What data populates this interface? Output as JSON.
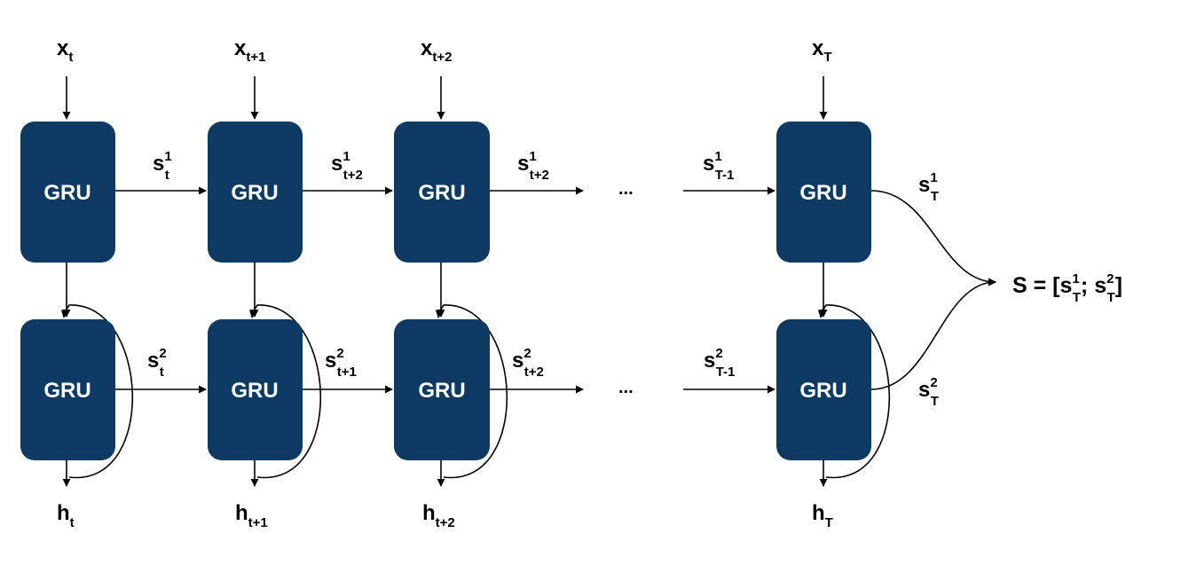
{
  "diagram": {
    "cell_label": "GRU",
    "colors": {
      "cell_fill": "#0c3a63",
      "cell_text": "#ffffff",
      "line": "#000000",
      "text": "#000000"
    },
    "inputs": [
      {
        "base": "x",
        "sub": "t"
      },
      {
        "base": "x",
        "sub": "t+1"
      },
      {
        "base": "x",
        "sub": "t+2"
      },
      {
        "base": "x",
        "sub": "T"
      }
    ],
    "outputs": [
      {
        "base": "h",
        "sub": "t"
      },
      {
        "base": "h",
        "sub": "t+1"
      },
      {
        "base": "h",
        "sub": "t+2"
      },
      {
        "base": "h",
        "sub": "T"
      }
    ],
    "layer1_states": [
      {
        "base": "s",
        "sup": "1",
        "sub": "t"
      },
      {
        "base": "s",
        "sup": "1",
        "sub": "t+2"
      },
      {
        "base": "s",
        "sup": "1",
        "sub": "t+2"
      },
      {
        "base": "s",
        "sup": "1",
        "sub": "T-1"
      },
      {
        "base": "s",
        "sup": "1",
        "sub": "T"
      }
    ],
    "layer2_states": [
      {
        "base": "s",
        "sup": "2",
        "sub": "t"
      },
      {
        "base": "s",
        "sup": "2",
        "sub": "t+1"
      },
      {
        "base": "s",
        "sup": "2",
        "sub": "t+2"
      },
      {
        "base": "s",
        "sup": "2",
        "sub": "T-1"
      },
      {
        "base": "s",
        "sup": "2",
        "sub": "T"
      }
    ],
    "ellipsis": "...",
    "final_output": {
      "prefix": "S = [s",
      "sup1": "1",
      "sub1": "T",
      "mid": "; s",
      "sup2": "2",
      "sub2": "T",
      "suffix": "]"
    }
  }
}
